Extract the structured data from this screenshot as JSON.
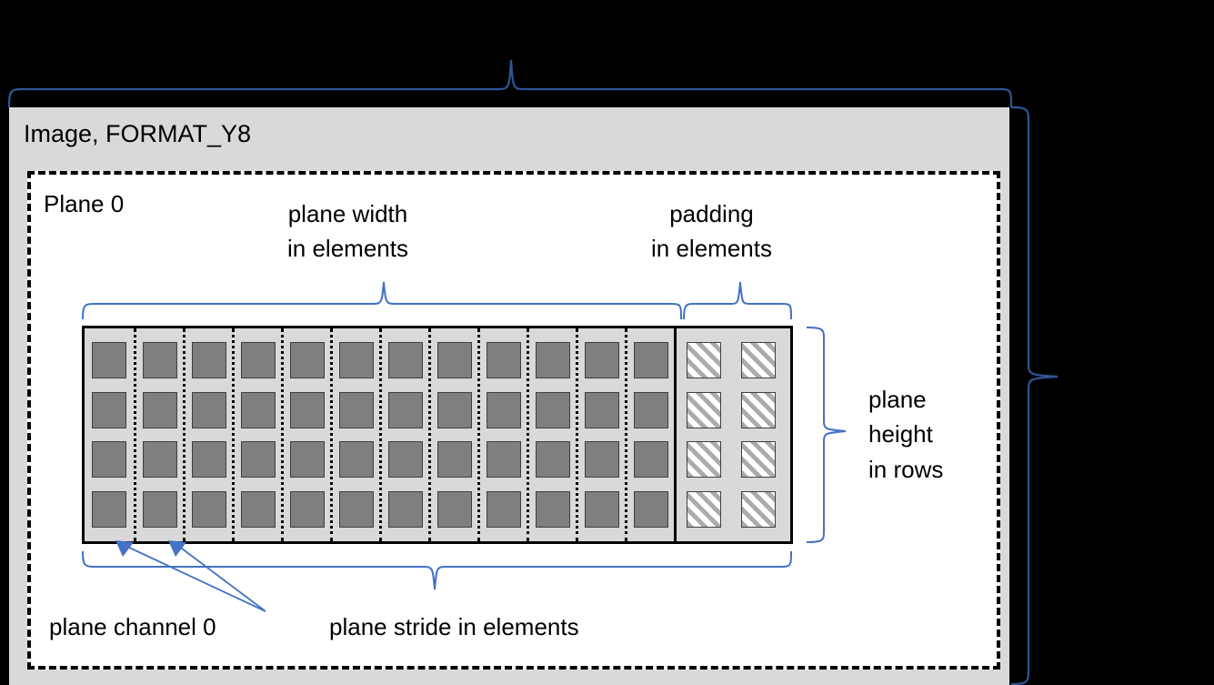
{
  "diagram": {
    "title": "Image, FORMAT_Y8",
    "plane_label": "Plane 0",
    "labels": {
      "plane_width": "plane width",
      "plane_width_2": "in elements",
      "padding": "padding",
      "padding_2": "in elements",
      "plane_height": "plane",
      "plane_height_2": "height",
      "plane_height_3": "in rows",
      "plane_channel": "plane channel 0",
      "plane_stride": "plane stride in elements"
    },
    "colors": {
      "background": "#000000",
      "image_box": "#D9D9D9",
      "plane_box": "#FFFFFF",
      "cell": "#7F7F7F",
      "column": "#D9D9D9",
      "brace": "#4472C4",
      "outline": "#000000"
    },
    "grid": {
      "data_columns": 12,
      "padding_columns": 2,
      "rows": 4,
      "total_columns": 14
    }
  }
}
